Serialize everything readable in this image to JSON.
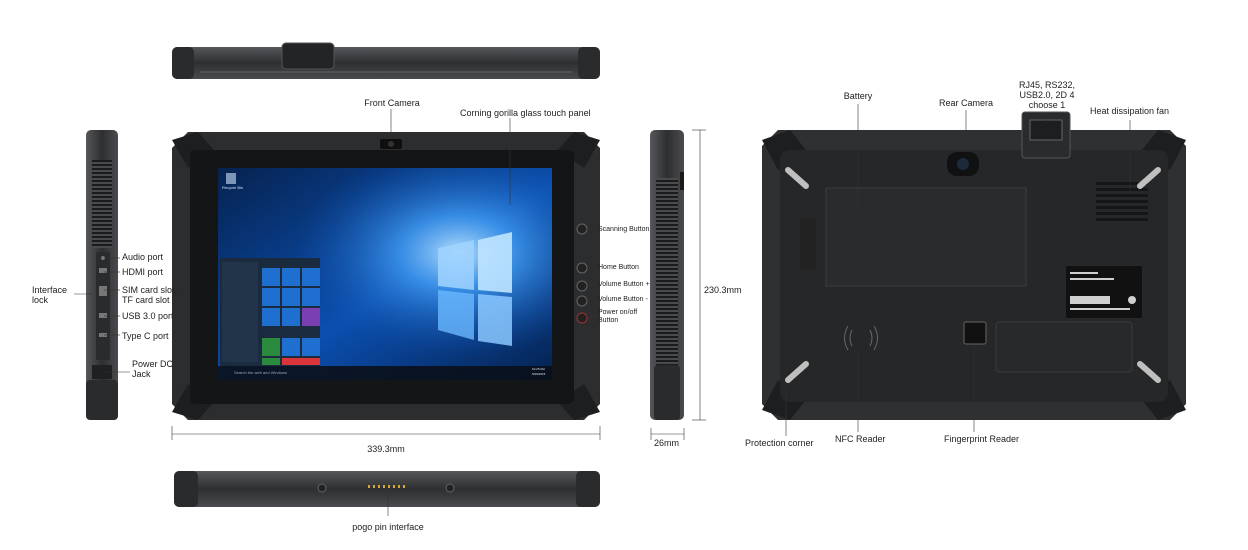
{
  "labels": {
    "front_camera": "Front Camera",
    "gorilla_glass": "Corning gorilla glass touch panel",
    "audio_port": "Audio port",
    "hdmi_port": "HDMI port",
    "sim_tf_slot": "SIM card slot, TF card slot",
    "interface_lock": "Interface lock",
    "usb30_port": "USB 3.0 port",
    "type_c_port": "Type C port",
    "power_dc_jack": "Power DC Jack",
    "scanning_button": "Scanning Button",
    "home_button": "Home Button",
    "volume_plus": "Volume Button +",
    "volume_minus": "Volume Button -",
    "power_button": "Power on/off Button",
    "height_dim": "230.3mm",
    "width_dim": "339.3mm",
    "depth_dim": "26mm",
    "pogo_pin": "pogo pin interface",
    "battery": "Battery",
    "rear_camera": "Rear Camera",
    "interfaces_choice": "RJ45, RS232, USB2.0, 2D 4 choose 1",
    "heat_fan": "Heat dissipation fan",
    "protection_corner": "Protection corner",
    "nfc_reader": "NFC Reader",
    "fingerprint_reader": "Fingerprint Reader"
  },
  "screen": {
    "search_placeholder": "Search the web and Windows",
    "recycle_bin": "Recycle Bin",
    "clock_time": "10:25 AM",
    "clock_date": "5/29/2015"
  },
  "colors": {
    "body": "#3a3b3d",
    "body_dark": "#1f2022",
    "win_blue": "#0a4aa5",
    "win_light": "#4aa9ff",
    "tile_blue": "#1f6fd1",
    "tile_green": "#2b8a3e",
    "tile_red": "#d9343a",
    "tile_purple": "#7a3fb0"
  }
}
